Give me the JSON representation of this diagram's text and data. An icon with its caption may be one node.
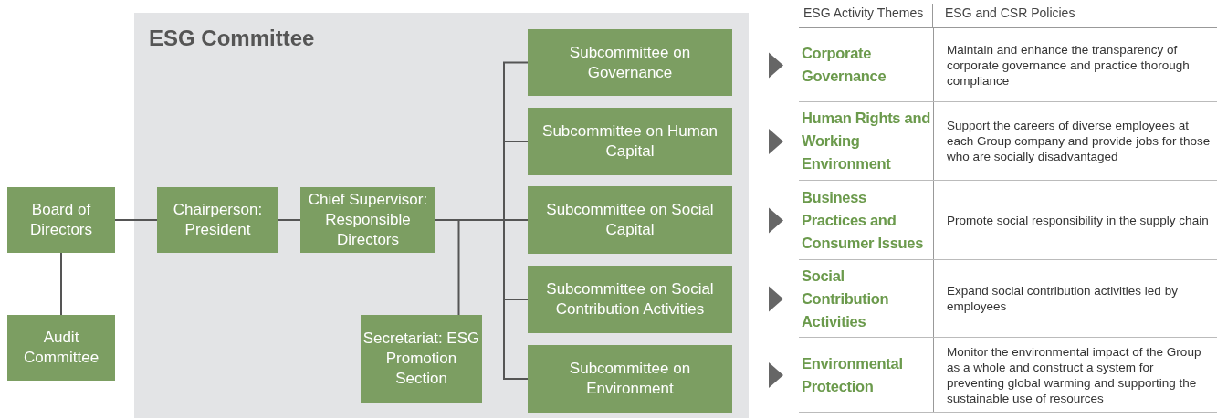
{
  "diagram": {
    "nodes": [
      {
        "text": [
          "ESG Committee"
        ]
      },
      {
        "text": [
          "Board of Directors"
        ]
      },
      {
        "text": [
          "Audit Committee"
        ]
      },
      {
        "text": [
          "Chairperson: President"
        ],
        "in": 0
      },
      {
        "text": [
          "Chief Supervisor: Responsible Directors"
        ],
        "in": 0
      },
      {
        "text": [
          "Secretariat: ESG Promotion Section"
        ],
        "in": 0
      },
      {
        "text": [
          "Subcommittee on Governance"
        ],
        "in": 0
      },
      {
        "text": [
          "Subcommittee on Human Capital"
        ],
        "in": 0
      },
      {
        "text": [
          "Subcommittee on Social Capital"
        ],
        "in": 0
      },
      {
        "text": [
          "Subcommittee on Social Contribution Activities"
        ],
        "in": 0
      },
      {
        "text": [
          "Subcommittee on Environment"
        ],
        "in": 0
      },
      {
        "text": [
          "Corporate Governance",
          "Maintain and enhance the transparency of corporate governance and practice thorough compliance"
        ]
      },
      {
        "text": [
          "Human Rights and Working Environment",
          "Support the careers of diverse employees at each Group company and provide jobs for those who are socially disadvantaged"
        ]
      },
      {
        "text": [
          "Business Practices and Consumer Issues",
          "Promote social responsibility in the supply chain"
        ]
      },
      {
        "text": [
          "Social Contribution Activities",
          "Expand social contribution activities led by employees"
        ]
      },
      {
        "text": [
          "Environmental Protection",
          "Monitor the environmental impact of the Group as a whole and construct a system for preventing global warming and supporting the sustainable use of resources"
        ]
      }
    ],
    "edges": [
      {
        "from": 1,
        "to": 3,
        "arrow": "none"
      },
      {
        "from": 1,
        "to": 2,
        "arrow": "none"
      },
      {
        "from": 3,
        "to": 4,
        "arrow": "none"
      },
      {
        "from": 4,
        "to": 6,
        "arrow": "none"
      },
      {
        "from": 4,
        "to": 7,
        "arrow": "none"
      },
      {
        "from": 4,
        "to": 8,
        "arrow": "none"
      },
      {
        "from": 4,
        "to": 9,
        "arrow": "none"
      },
      {
        "from": 4,
        "to": 10,
        "arrow": "none"
      },
      {
        "from": 4,
        "to": 5,
        "arrow": "none"
      },
      {
        "from": 6,
        "to": 11,
        "arrow": "to"
      },
      {
        "from": 7,
        "to": 12,
        "arrow": "to"
      },
      {
        "from": 8,
        "to": 13,
        "arrow": "to"
      },
      {
        "from": 9,
        "to": 14,
        "arrow": "to"
      },
      {
        "from": 10,
        "to": 15,
        "arrow": "to"
      }
    ],
    "labels": [
      "ESG Activity Themes",
      "ESG and CSR Policies"
    ]
  }
}
